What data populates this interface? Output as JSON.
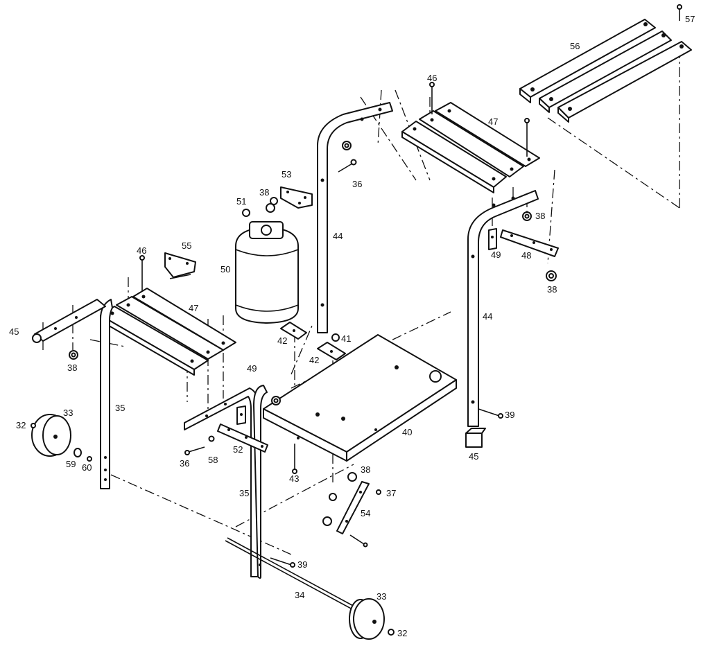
{
  "callouts": [
    {
      "id": "p57",
      "text": "57"
    },
    {
      "id": "p56",
      "text": "56"
    },
    {
      "id": "p46a",
      "text": "46"
    },
    {
      "id": "p47a",
      "text": "47"
    },
    {
      "id": "p53",
      "text": "53"
    },
    {
      "id": "p36a",
      "text": "36"
    },
    {
      "id": "p38a",
      "text": "38"
    },
    {
      "id": "p51",
      "text": "51"
    },
    {
      "id": "p44a",
      "text": "44"
    },
    {
      "id": "p50",
      "text": "50"
    },
    {
      "id": "p55",
      "text": "55"
    },
    {
      "id": "p46b",
      "text": "46"
    },
    {
      "id": "p47b",
      "text": "47"
    },
    {
      "id": "p45a",
      "text": "45"
    },
    {
      "id": "p38b",
      "text": "38"
    },
    {
      "id": "p38c",
      "text": "38"
    },
    {
      "id": "p49a",
      "text": "49"
    },
    {
      "id": "p48",
      "text": "48"
    },
    {
      "id": "p38d",
      "text": "38"
    },
    {
      "id": "p44b",
      "text": "44"
    },
    {
      "id": "p42a",
      "text": "42"
    },
    {
      "id": "p41",
      "text": "41"
    },
    {
      "id": "p42b",
      "text": "42"
    },
    {
      "id": "p49b",
      "text": "49"
    },
    {
      "id": "p35a",
      "text": "35"
    },
    {
      "id": "p32a",
      "text": "32"
    },
    {
      "id": "p33a",
      "text": "33"
    },
    {
      "id": "p59",
      "text": "59"
    },
    {
      "id": "p60",
      "text": "60"
    },
    {
      "id": "p36b",
      "text": "36"
    },
    {
      "id": "p58",
      "text": "58"
    },
    {
      "id": "p52",
      "text": "52"
    },
    {
      "id": "p43",
      "text": "43"
    },
    {
      "id": "p40",
      "text": "40"
    },
    {
      "id": "p39a",
      "text": "39"
    },
    {
      "id": "p45b",
      "text": "45"
    },
    {
      "id": "p38e",
      "text": "38"
    },
    {
      "id": "p37",
      "text": "37"
    },
    {
      "id": "p54",
      "text": "54"
    },
    {
      "id": "p35b",
      "text": "35"
    },
    {
      "id": "p39b",
      "text": "39"
    },
    {
      "id": "p34",
      "text": "34"
    },
    {
      "id": "p33b",
      "text": "33"
    },
    {
      "id": "p32b",
      "text": "32"
    }
  ]
}
